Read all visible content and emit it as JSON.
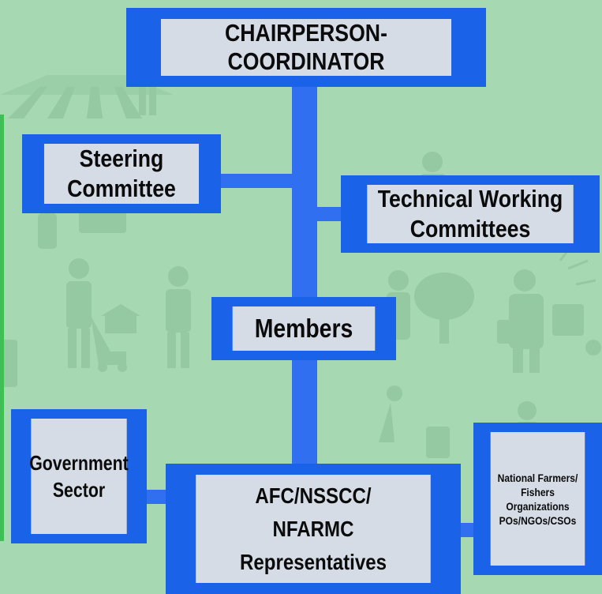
{
  "colors": {
    "background": "#a6d8b2",
    "box_border": "#1a63e8",
    "box_fill": "#d5dce6",
    "connector": "#2f6ff0",
    "text": "#0b0b0b"
  },
  "boxes": {
    "chairperson": {
      "lines": [
        "CHAIRPERSON-COORDINATOR"
      ]
    },
    "steering": {
      "lines": [
        "Steering",
        "Committee"
      ]
    },
    "technical": {
      "lines": [
        "Technical Working",
        "Committees"
      ]
    },
    "members": {
      "lines": [
        "Members"
      ]
    },
    "government": {
      "lines": [
        "Government",
        "Sector"
      ]
    },
    "afc": {
      "lines": [
        "AFC/NSSCC/",
        "NFARMC",
        "Representatives"
      ]
    },
    "national": {
      "lines": [
        "National Farmers/",
        "Fishers Organizations",
        "POs/NGOs/CSOs"
      ]
    }
  }
}
